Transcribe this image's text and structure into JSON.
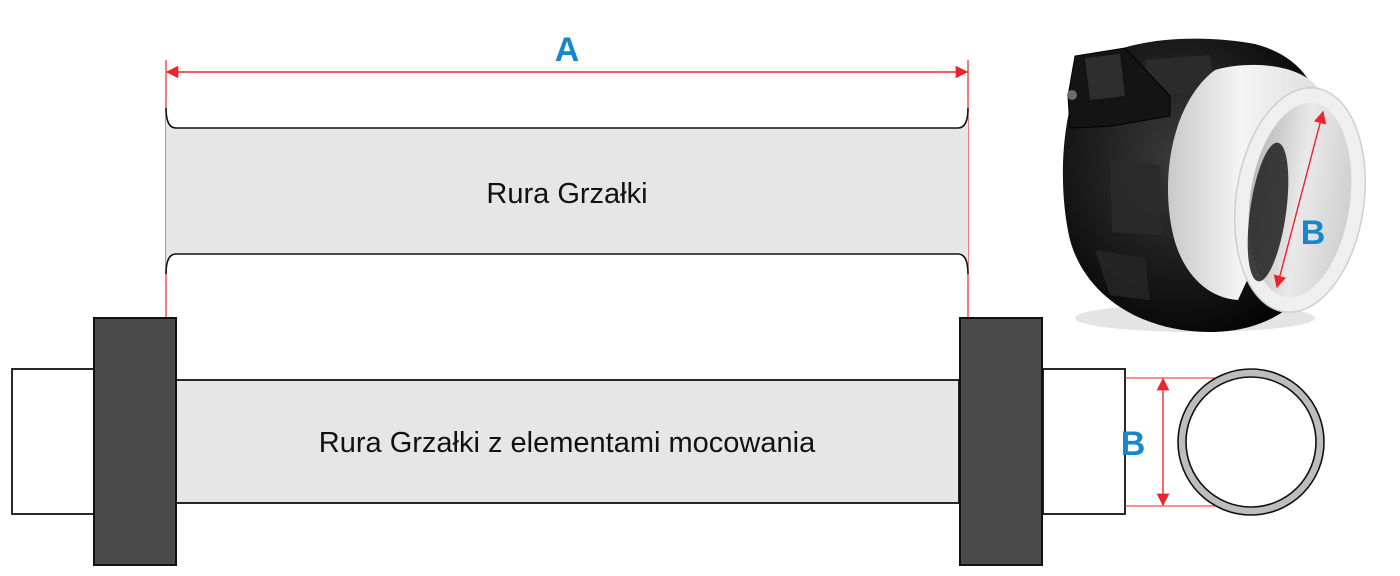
{
  "colors": {
    "dimension_line": "#e8262b",
    "dimension_label": "#1488c8",
    "tube_fill": "#e6e6e6",
    "flange_fill": "#4a4a4a",
    "outline": "#111111"
  },
  "labels": {
    "dimension_a": "A",
    "dimension_b_photo": "B",
    "dimension_b_side": "B",
    "heater_tube": "Rura Grzałki",
    "heater_tube_with_mounts": "Rura Grzałki z elementami mocowania"
  },
  "photo": {
    "subject": "pipe-union-fitting",
    "icon": "union-fitting-icon"
  }
}
